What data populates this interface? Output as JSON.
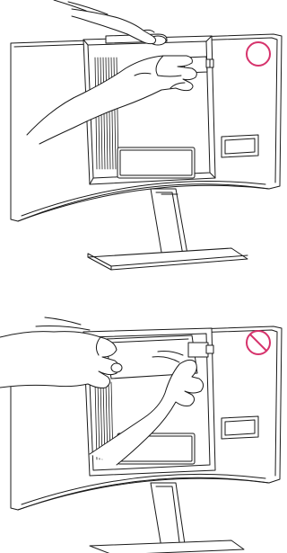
{
  "panels": [
    {
      "id": "correct",
      "meaning": "correct",
      "badge": {
        "icon": "circle-ok-icon",
        "color": "#d6336c"
      }
    },
    {
      "id": "incorrect",
      "meaning": "incorrect",
      "badge": {
        "icon": "prohibited-icon",
        "color": "#d6336c"
      }
    }
  ],
  "colors": {
    "line": "#1a1a1a",
    "light_line": "#555555",
    "accent": "#d6336c",
    "background": "#ffffff"
  }
}
